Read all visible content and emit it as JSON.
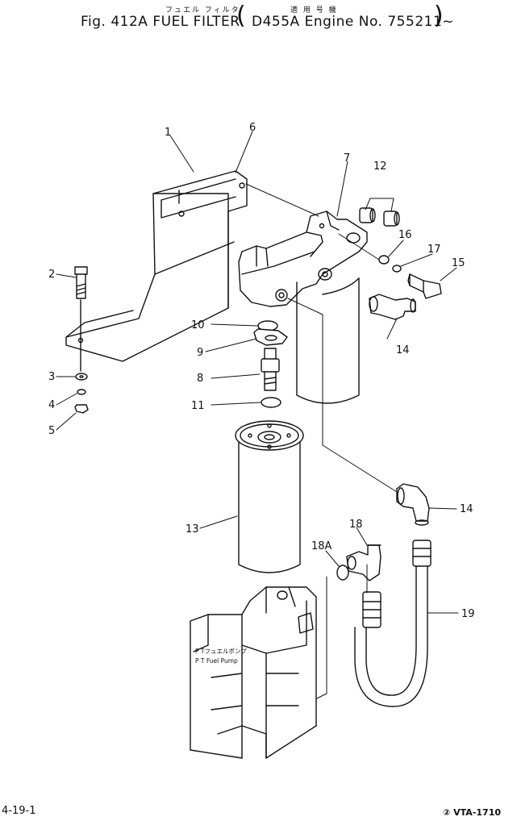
{
  "header": {
    "kana_left": "フュエル フィルタ",
    "kana_right": "適 用 号 機",
    "title_left": "Fig. 412A FUEL FILTER",
    "title_right": "D455A Engine No. 755211~"
  },
  "parts": [
    {
      "ref": "1"
    },
    {
      "ref": "2"
    },
    {
      "ref": "3"
    },
    {
      "ref": "4"
    },
    {
      "ref": "5"
    },
    {
      "ref": "6"
    },
    {
      "ref": "7"
    },
    {
      "ref": "8"
    },
    {
      "ref": "9"
    },
    {
      "ref": "10"
    },
    {
      "ref": "11"
    },
    {
      "ref": "12"
    },
    {
      "ref": "13"
    },
    {
      "ref": "14"
    },
    {
      "ref": "14"
    },
    {
      "ref": "15"
    },
    {
      "ref": "16"
    },
    {
      "ref": "17"
    },
    {
      "ref": "18"
    },
    {
      "ref": "18A"
    },
    {
      "ref": "19"
    }
  ],
  "pump_label": {
    "jp": "P Tフュエルポンプ",
    "en": "P T Fuel Pump"
  },
  "footer": {
    "page": "4-19-1",
    "doc": "② VTA-1710"
  }
}
